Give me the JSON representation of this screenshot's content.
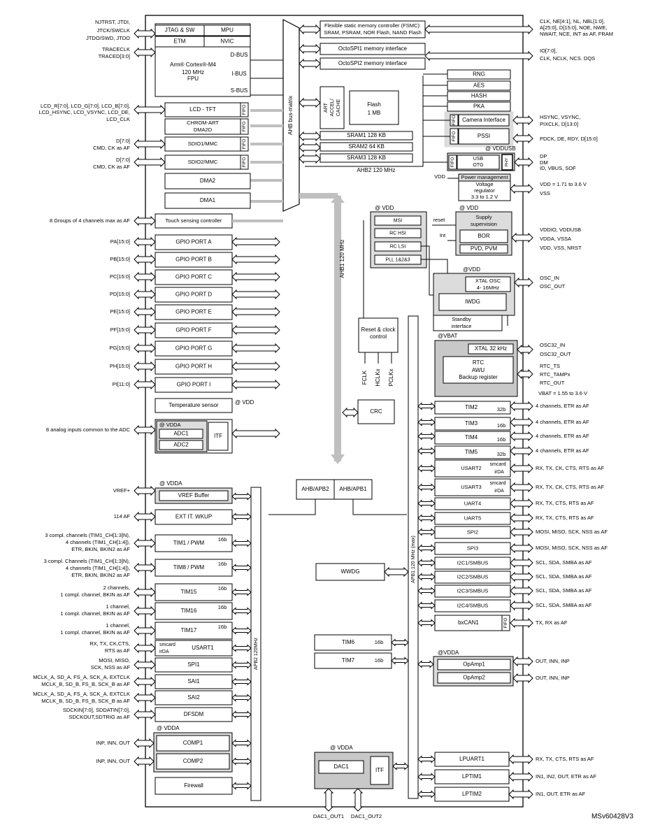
{
  "footer": {
    "ref": "MSv60428V3"
  },
  "core": {
    "jtag": "JTAG & SW",
    "mpu": "MPU",
    "etm": "ETM",
    "nvic": "NVIC",
    "cpu1": "Arm® Cortex®-M4",
    "cpu2": "120 MHz",
    "cpu3": "FPU",
    "dbus": "D-BUS",
    "ibus": "I-BUS",
    "sbus": "S-BUS"
  },
  "ahb_matrix": "AHB bus-matrix",
  "art": [
    "ART",
    "ACCEL/",
    "CACHE"
  ],
  "flash": [
    "Flash",
    "1 MB"
  ],
  "sram": [
    "SRAM1 128 KB",
    "SRAM2 64 KB",
    "SRAM3 128 KB"
  ],
  "ahb2_label": "AHB2 120 MHz",
  "ahb1_label": "AHB1 120 MHz",
  "apb1_label": "APB1 120 MHz (max)",
  "apb2_label": "APB2 120MHz",
  "fifo": "FIFO",
  "fsmc": [
    "Flexible static memory controller (FSMC):",
    "SRAM, PSRAM, NOR Flash, NAND Flash"
  ],
  "octo1": "OctoSPI1 memory interface",
  "octo2": "OctoSPI2 memory interface",
  "crypto": [
    "RNG",
    "AES",
    "HASH",
    "PKA"
  ],
  "camera": "Camera Interface",
  "pssi": "PSSI",
  "vddusb": "@ VDDUSB",
  "usb": [
    "USB",
    "OTG"
  ],
  "phy": "PHY",
  "power": {
    "vdd": "VDD",
    "title": "Power management",
    "l1": "Voltage",
    "l2": "regulator",
    "l3": "3.3 to 1.2 V"
  },
  "supply": {
    "at": "@ VDD",
    "title1": "Supply",
    "title2": "supervision",
    "reset": "reset",
    "int": "Int",
    "bor": "BOR",
    "pvd": "PVD, PVM"
  },
  "osc": {
    "at": "@ VDD",
    "items": [
      "MSI",
      "RC HSI",
      "RC LSI",
      "PLL 1&2&3"
    ]
  },
  "xtal": {
    "at": "@VDD",
    "l1": "XTAL OSC",
    "l2": "4- 16MHz",
    "iwdg": "IWDG",
    "standby1": "Standby",
    "standby2": "interface"
  },
  "rcc": {
    "l1": "Reset & clock",
    "l2": "control",
    "clk": [
      "FCLK",
      "HCLKx",
      "PCLKx"
    ]
  },
  "vbat": {
    "at": "@VBAT",
    "xtal32": "XTAL 32 kHz",
    "rtc": "RTC",
    "awu": "AWU",
    "backup": "Backup register"
  },
  "crc": "CRC",
  "bridges": [
    "AHB/APB2",
    "AHB/APB1"
  ],
  "wwdg": "WWDG",
  "left_blocks": {
    "lcd": "LCD - TFT",
    "chrom1": "CHROM-ART",
    "chrom2": "DMA2D",
    "sdio1": "SDIO1/MMC",
    "sdio2": "SDIO2/MMC",
    "dma2": "DMA2",
    "dma1": "DMA1",
    "tsc": "Touch sensing controller",
    "gpio": [
      "GPIO PORT A",
      "GPIO PORT B",
      "GPIO PORT C",
      "GPIO PORT D",
      "GPIO PORT E",
      "GPIO PORT F",
      "GPIO PORT G",
      "GPIO PORT H",
      "GPIO PORT I"
    ],
    "temp": "Temperature sensor",
    "temp_at": "@ VDD",
    "adc_at": "@ VDDA",
    "adc1": "ADC1",
    "adc2": "ADC2",
    "itf": "ITF",
    "vref_at": "@ VDDA",
    "vref": "VREF Buffer",
    "exti": "EXT IT. WKUP",
    "tim1": "TIM1 / PWM",
    "tim8": "TIM8 / PWM",
    "tim15": "TIM15",
    "tim16": "TIM16",
    "tim17": "TIM17",
    "b16": "16b",
    "usart1": "USART1",
    "smcard": "smcard",
    "irda": "irDA",
    "spi1": "SPI1",
    "sai1": "SAI1",
    "sai2": "SAI2",
    "dfsdm": "DFSDM",
    "comp_at": "@ VDDA",
    "comp1": "COMP1",
    "comp2": "COMP2",
    "firewall": "Firewall"
  },
  "left_signals": {
    "jtag": [
      "NJTRST, JTDI,",
      "JTCK/SWCLK",
      "JTDO/SWD, JTDO"
    ],
    "trace": [
      "TRACECLK",
      "TRACED[3:0]"
    ],
    "lcd": [
      "LCD_R[7:0], LCD_G[7:0], LCD_B[7:0],",
      "LCD_HSYNC, LCD_VSYNC, LCD_DE,",
      "LCD_CLK"
    ],
    "sdio1": [
      "D[7:0]",
      "CMD, CK as AF"
    ],
    "sdio2": [
      "D[7:0]",
      "CMD, CK as AF"
    ],
    "tsc": "8 Groups of 4 channels max as AF",
    "gpio": [
      "PA[15:0]",
      "PB[15:0]",
      "PC[15:0]",
      "PD[15:0]",
      "PE[15:0]",
      "PF[15:0]",
      "PG[15:0]",
      "PH[15:0]",
      "PI[11:0]"
    ],
    "adc": "8 analog inputs common to the ADC",
    "vref": "VREF+",
    "exti": "114 AF",
    "tim1": [
      "3 compl. channels (TIM1_CH[1:3]N),",
      "4 channels (TIM1_CH[1:4]),",
      "ETR, BKIN, BKIN2 as AF"
    ],
    "tim8": [
      "3 compl. Channels (TIM1_CH[1:3]N),",
      "4 channels (TIM1_CH[1:4]),",
      "ETR, BKIN, BKIN2 as AF"
    ],
    "tim15": [
      "2 channels,",
      "1 compl. channel, BKIN as AF"
    ],
    "tim16": [
      "1 channel,",
      "1 compl. channel, BKIN as AF"
    ],
    "tim17": [
      "1 channel,",
      "1 compl. channel, BKIN as AF"
    ],
    "usart1": [
      "RX, TX, CK,CTS,",
      "RTS as AF"
    ],
    "spi1": [
      "MOSI, MISO,",
      "SCK, NSS as AF"
    ],
    "sai1": [
      "MCLK_A, SD_A, FS_A, SCK_A, EXTCLK",
      "MCLK_B, SD_B, FS_B, SCK_B as AF"
    ],
    "sai2": [
      "MCLK_A, SD_A, FS_A, SCK_A, EXTCLK",
      "MCLK_B, SD_B, FS_B, SCK_B as AF"
    ],
    "dfsdm": [
      "SDCKIN[7:0], SDDATIN[7:0],",
      "SDCKOUT,SDTRIG as AF"
    ],
    "comp1": "INP, INN, OUT",
    "comp2": "INP, INN, OUT"
  },
  "right_blocks": {
    "tims": [
      {
        "n": "TIM2",
        "b": "32b"
      },
      {
        "n": "TIM3",
        "b": "16b"
      },
      {
        "n": "TIM4",
        "b": "16b"
      },
      {
        "n": "TIM5",
        "b": "32b"
      }
    ],
    "usart2": "USART2",
    "usart3": "USART3",
    "smcard": "smcard",
    "irda": "irDA",
    "uarts": [
      "UART4",
      "UART5",
      "SPI2",
      "SPI3",
      "I2C1/SMBUS",
      "I2C2/SMBUS",
      "I2C3/SMBUS",
      "I2C4/SMBUS"
    ],
    "can": "bxCAN1",
    "tim6": "TIM6",
    "tim7": "TIM7",
    "b16": "16b",
    "opamp_at": "@VDDA",
    "opamp1": "OpAmp1",
    "opamp2": "OpAmp2",
    "dac_at": "@ VDDA",
    "dac1": "DAC1",
    "itf": "ITF",
    "lpuart": "LPUART1",
    "lptim1": "LPTIM1",
    "lptim2": "LPTIM2"
  },
  "right_signals": {
    "fsmc": [
      "CLK, NE[4:1], NL, NBL[1:0],",
      "A[25:0], D[15:0], NOE, NWE,",
      "NWAIT, NCE, INT as AF, FRAM"
    ],
    "octo": [
      "IO[7:0],",
      "CLK, NCLK, NCS. DQS"
    ],
    "camera": [
      "HSYNC, VSYNC,",
      "PIXCLK, D[13:0]"
    ],
    "pssi": "PDCK, DE, RDY, D[15:0]",
    "usb": [
      "DP",
      "DM",
      "ID, VBUS, SOF"
    ],
    "vdd": [
      "VDD = 1.71 to 3.6 V",
      "VSS"
    ],
    "supply": [
      "VDDIO, VDDUSB",
      "VDDA, VSSA",
      "VDD, VSS, NRST"
    ],
    "osc": [
      "OSC_IN",
      "OSC_OUT"
    ],
    "osc32": [
      "OSC32_IN",
      "OSC32_OUT"
    ],
    "rtc": [
      "RTC_TS",
      "RTC_TAMPx",
      "RTC_OUT"
    ],
    "vbat": "VBAT = 1.55 to 3.6 V",
    "tims": [
      "4 channels, ETR as AF",
      "4 channels, ETR as AF",
      "4 channels, ETR as AF",
      "4 channels, ETR as AF"
    ],
    "usart2": "RX, TX, CK, CTS, RTS as AF",
    "usart3": "RX, TX, CK, CTS, RTS as AF",
    "uart4": "RX, TX, CTS, RTS as AF",
    "uart5": "RX, TX, CTS, RTS as AF",
    "spi2": "MOSI, MISO, SCK, NSS as AF",
    "spi3": "MOSI, MISO, SCK, NSS as AF",
    "i2c": [
      "SCL, SDA, SMBA as AF",
      "SCL, SDA, SMBA as AF",
      "SCL, SDA, SMBA as AF",
      "SCL, SDA, SMBA as AF"
    ],
    "can": "TX, RX as AF",
    "opamp1": "OUT, INN, INP",
    "opamp2": "OUT, INN, INP",
    "lpuart": "RX, TX, CTS, RTS as AF",
    "lptim1": "IN1, IN2, OUT, ETR as AF",
    "lptim2": "IN1, OUT, ETR as AF"
  },
  "dac_out": [
    "DAC1_OUT1",
    "DAC1_OUT2"
  ]
}
